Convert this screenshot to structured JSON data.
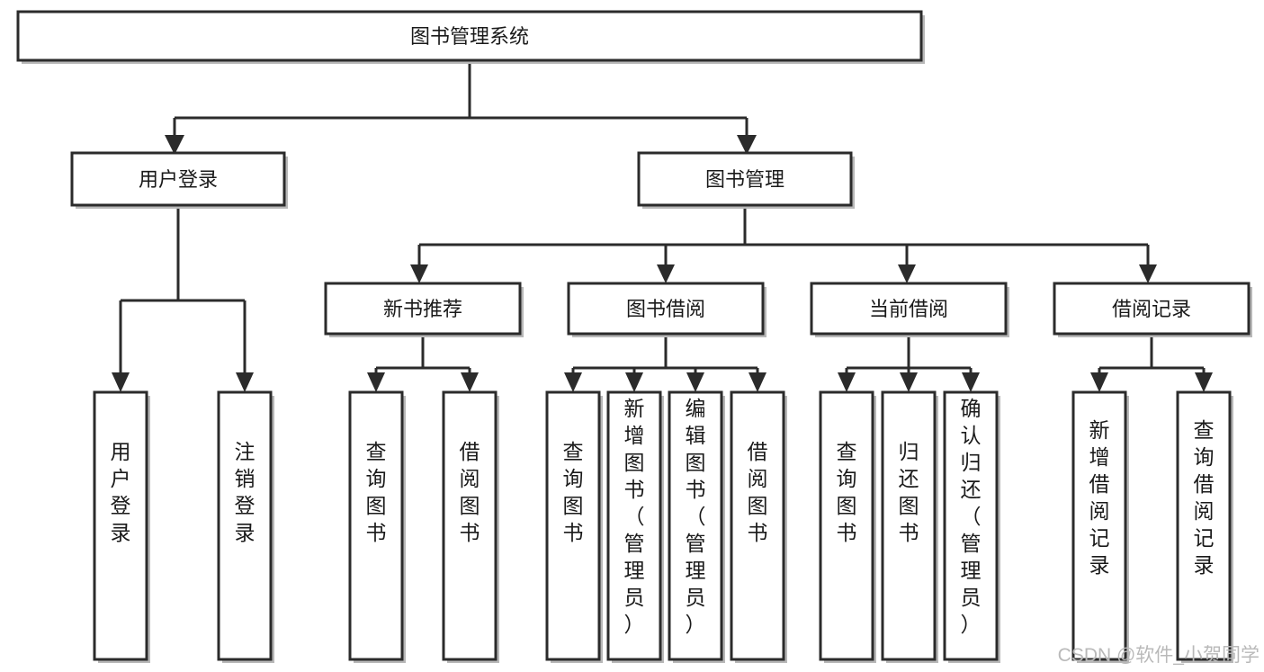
{
  "diagram": {
    "type": "tree",
    "title": "图书管理系统",
    "orientation": "top-down",
    "watermark": "CSDN @软件_小贺同学",
    "nodes": {
      "root": {
        "label": "图书管理系统"
      },
      "level2": [
        {
          "id": "user-login",
          "label": "用户登录"
        },
        {
          "id": "book-manage",
          "label": "图书管理"
        }
      ],
      "level3": [
        {
          "id": "new-book-recommend",
          "label": "新书推荐"
        },
        {
          "id": "book-borrow",
          "label": "图书借阅"
        },
        {
          "id": "current-borrow",
          "label": "当前借阅"
        },
        {
          "id": "borrow-record",
          "label": "借阅记录"
        }
      ],
      "leaves": {
        "user-login": [
          {
            "id": "leaf-user-login",
            "label": "用户登录"
          },
          {
            "id": "leaf-user-logout",
            "label": "注销登录"
          }
        ],
        "new-book-recommend": [
          {
            "id": "leaf-query-book-1",
            "label": "查询图书"
          },
          {
            "id": "leaf-borrow-book-1",
            "label": "借阅图书"
          }
        ],
        "book-borrow": [
          {
            "id": "leaf-query-book-2",
            "label": "查询图书"
          },
          {
            "id": "leaf-add-book",
            "label": "新增图书（管理员）"
          },
          {
            "id": "leaf-edit-book",
            "label": "编辑图书（管理员）"
          },
          {
            "id": "leaf-borrow-book-2",
            "label": "借阅图书"
          }
        ],
        "current-borrow": [
          {
            "id": "leaf-query-book-3",
            "label": "查询图书"
          },
          {
            "id": "leaf-return-book",
            "label": "归还图书"
          },
          {
            "id": "leaf-confirm-return",
            "label": "确认归还（管理员）"
          }
        ],
        "borrow-record": [
          {
            "id": "leaf-add-record",
            "label": "新增借阅记录"
          },
          {
            "id": "leaf-query-record",
            "label": "查询借阅记录"
          }
        ]
      }
    },
    "colors": {
      "box_stroke": "#2b2b2b",
      "box_fill": "#ffffff",
      "text": "#1a1a1a",
      "connector": "#2b2b2b",
      "watermark": "#b9b9b9",
      "background": "#ffffff"
    }
  }
}
